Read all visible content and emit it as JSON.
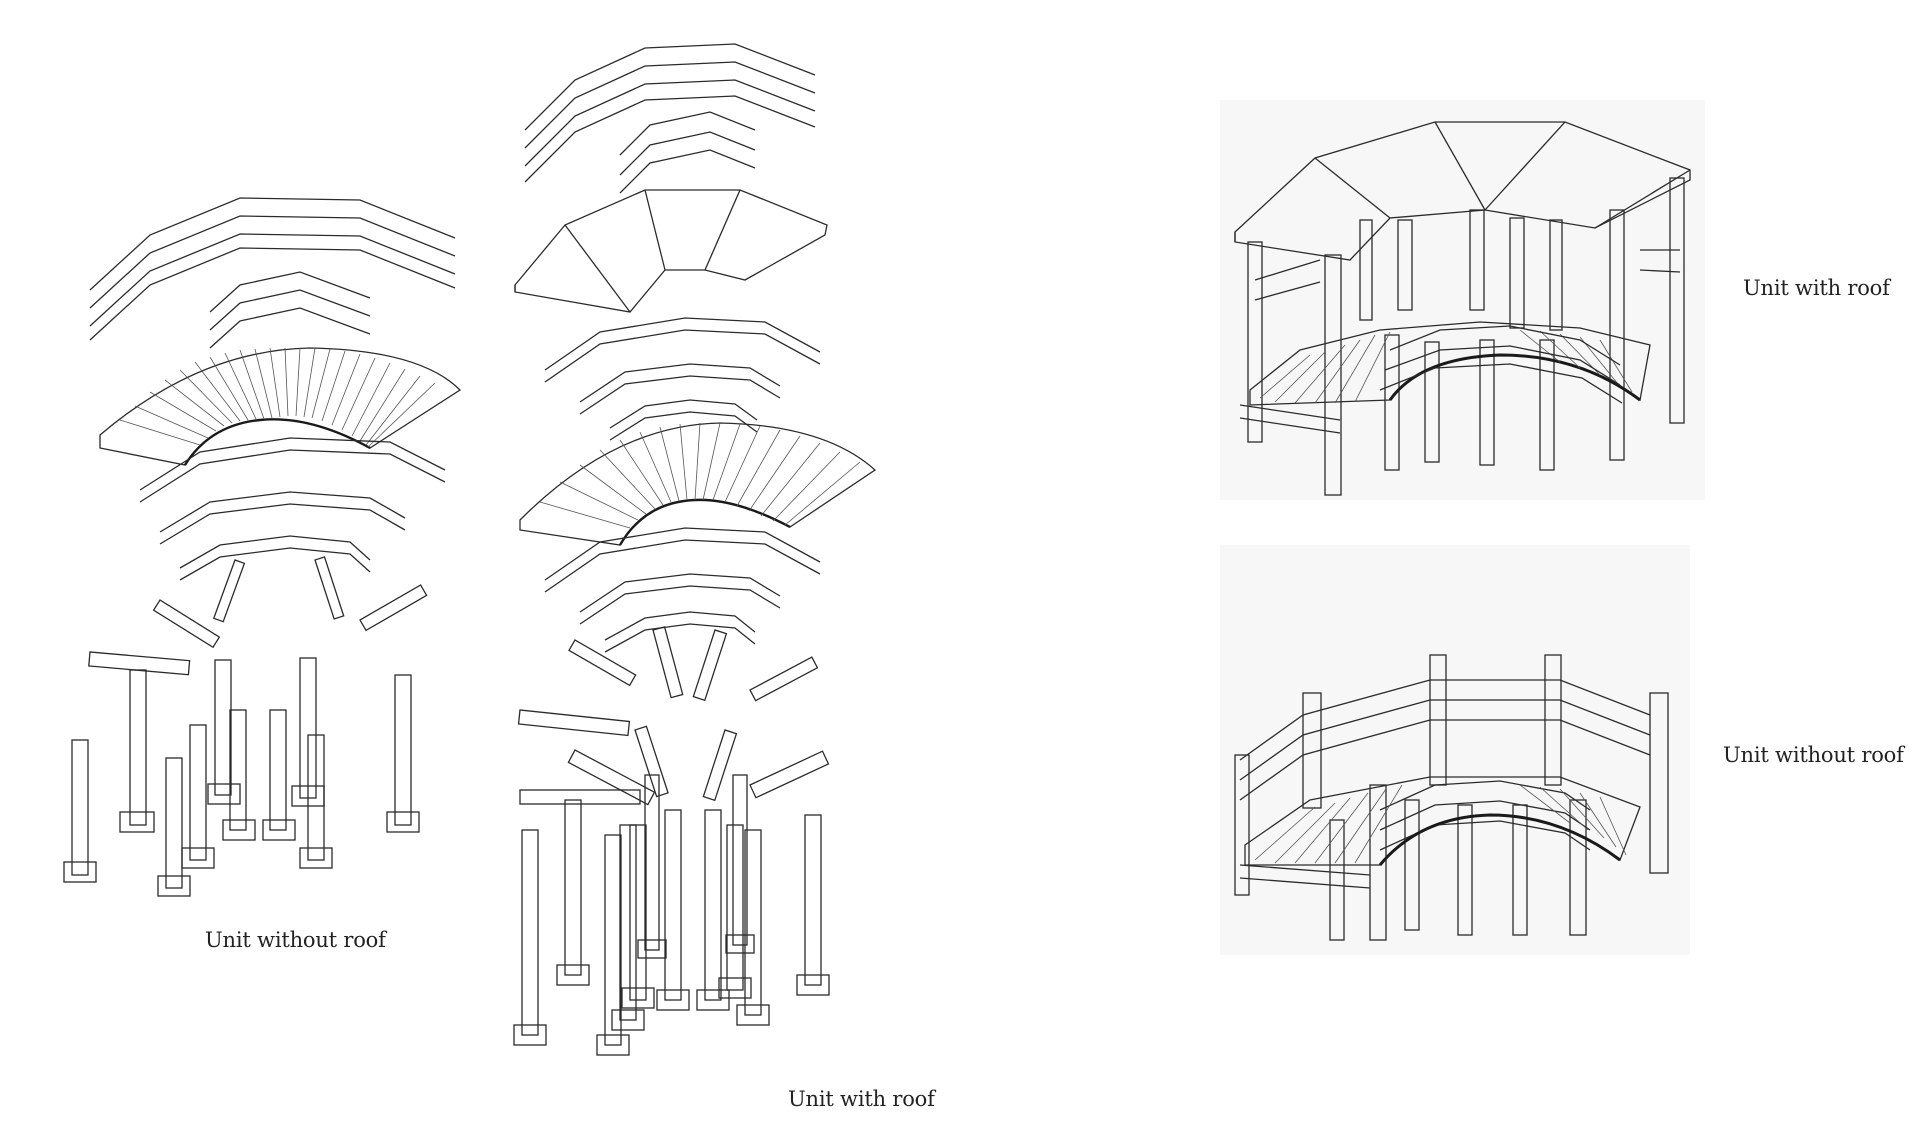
{
  "captions": {
    "exploded_without_roof": "Unit without roof",
    "exploded_with_roof": "Unit with roof",
    "assembled_with_roof": "Unit with roof",
    "assembled_without_roof": "Unit without roof"
  },
  "colors": {
    "line": "#2b2b2b",
    "deck": "#4a4a4a",
    "panel_bg": "#f7f7f7",
    "background": "#ffffff"
  }
}
